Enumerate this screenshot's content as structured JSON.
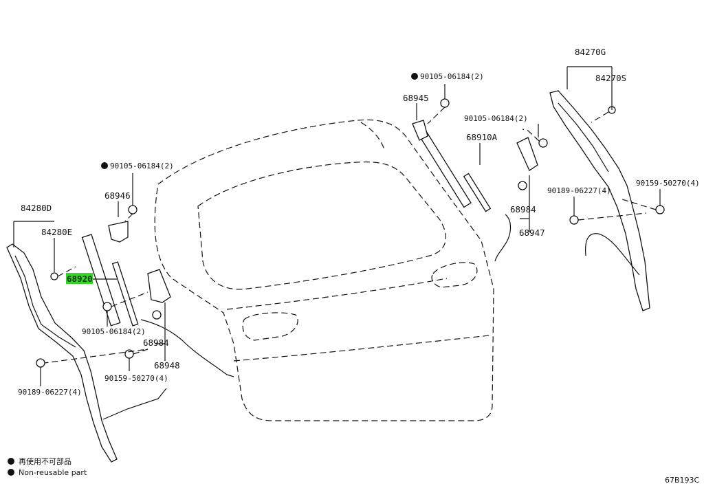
{
  "labels": {
    "p84270G": "84270G",
    "p84270S": "84270S",
    "p90105_top": "90105-06184(2)",
    "p68945": "68945",
    "p90105_right": "90105-06184(2)",
    "p68910A": "68910A",
    "p90159_right": "90159-50270(4)",
    "p90189_right": "90189-06227(4)",
    "p68984_right": "68984",
    "p68947": "68947",
    "p90105_left": "90105-06184(2)",
    "p68946": "68946",
    "p84280D": "84280D",
    "p84280E": "84280E",
    "p68920": "68920",
    "p90105_bottom": "90105-06184(2)",
    "p68984_left": "68984",
    "p68948": "68948",
    "p90159_left": "90159-50270(4)",
    "p90189_left": "90189-06227(4)"
  },
  "legend": {
    "line1": "再使用不可部品",
    "line2": "Non-reusable part"
  },
  "diagram_code": "67B193C",
  "highlight_color": "#39d12b"
}
